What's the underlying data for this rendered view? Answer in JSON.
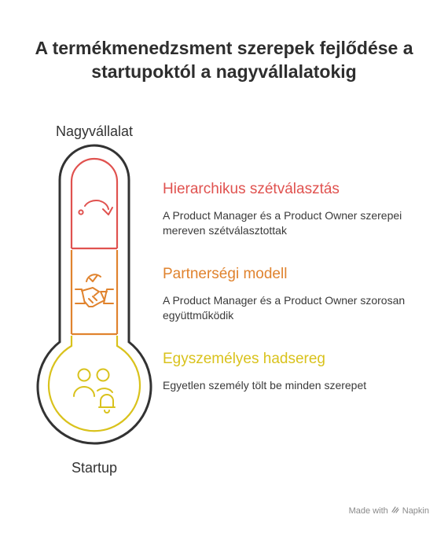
{
  "title": "A termékmenedzsment szerepek fejlődése a startupoktól a nagyvállalatokig",
  "top_label": "Nagyvállalat",
  "bottom_label": "Startup",
  "stages": [
    {
      "heading": "Hierarchikus szétválasztás",
      "description": "A Product Manager és a Product Owner szerepei mereven szétválasztottak",
      "color": "#e0524f",
      "icon": "redo-arrow-icon"
    },
    {
      "heading": "Partnerségi modell",
      "description": "A Product Manager és a Product Owner szorosan együttműködik",
      "color": "#e0832e",
      "icon": "handshake-icon"
    },
    {
      "heading": "Egyszemélyes hadsereg",
      "description": "Egyetlen személy tölt be minden szerepet",
      "color": "#d9c21c",
      "icon": "users-bell-icon"
    }
  ],
  "footer": {
    "made_with": "Made with",
    "brand": "Napkin"
  }
}
